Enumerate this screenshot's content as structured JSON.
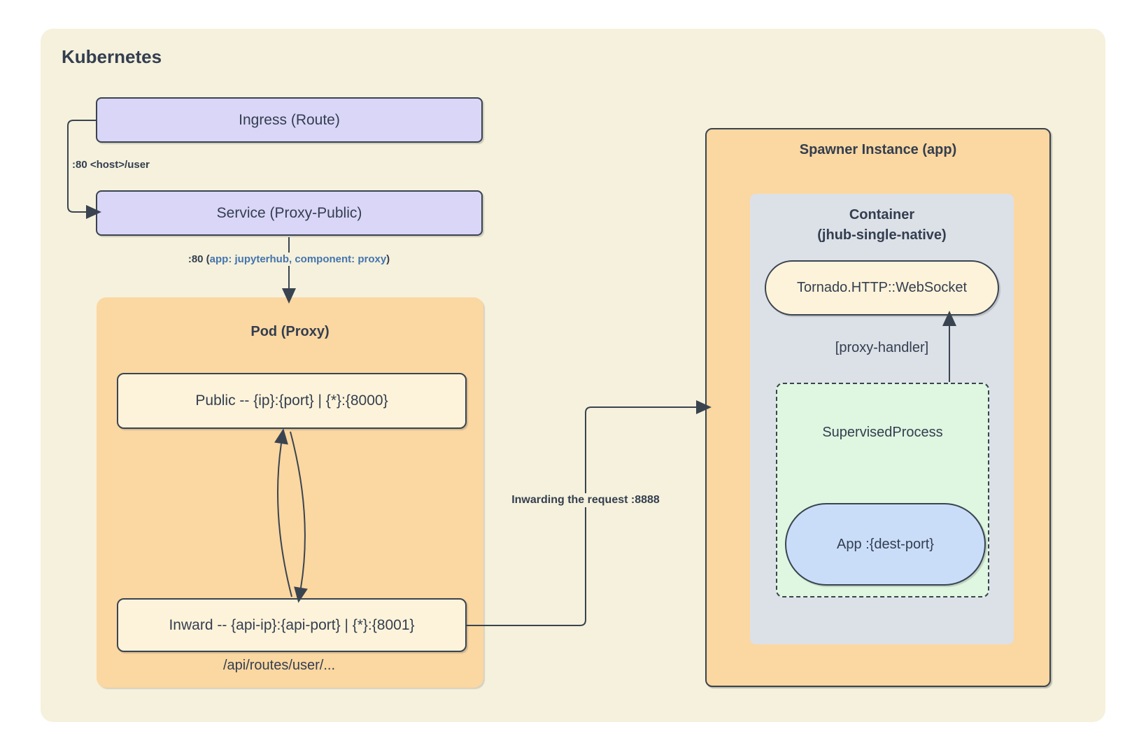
{
  "diagram_title": "Kubernetes",
  "nodes": {
    "ingress": {
      "label": "Ingress (Route)"
    },
    "service": {
      "label": "Service (Proxy-Public)"
    },
    "pod": {
      "title": "Pod (Proxy)"
    },
    "public_endpoint": {
      "label": "Public -- {ip}:{port} | {*}:{8000}"
    },
    "inward_endpoint": {
      "label": "Inward -- {api-ip}:{api-port} | {*}:{8001}"
    },
    "api_routes_note": "/api/routes/user/...",
    "spawner": {
      "title": "Spawner Instance (app)"
    },
    "container": {
      "title_line1": "Container",
      "title_line2": "(jhub-single-native)"
    },
    "tornado": {
      "label": "Tornado.HTTP::WebSocket"
    },
    "proxy_handler_note": "[proxy-handler]",
    "supervised_process": {
      "label": "SupervisedProcess"
    },
    "app": {
      "label": "App :{dest-port}"
    }
  },
  "edges": {
    "ingress_to_service": {
      "label": ":80 <host>/user"
    },
    "service_to_pod": {
      "prefix": ":80 (",
      "selector": "app: jupyterhub, component: proxy",
      "suffix": ")"
    },
    "inward_to_spawner": {
      "label": "Inwarding the request :8888"
    }
  },
  "colors": {
    "canvas_background": "#FFFFFF",
    "kubernetes_fill": "#F5F1DC",
    "node_lavender_fill": "#DAD6F7",
    "node_orange_fill": "#FBD7A1",
    "node_cream_fill": "#FDF3DA",
    "container_gray_fill": "#DCE0E7",
    "supervised_green_fill": "#DFF6E0",
    "app_blue_fill": "#C9DDF9",
    "stroke_dark": "#3A4450",
    "text_dark": "#333E4F",
    "selector_text_blue": "#4474AE"
  }
}
